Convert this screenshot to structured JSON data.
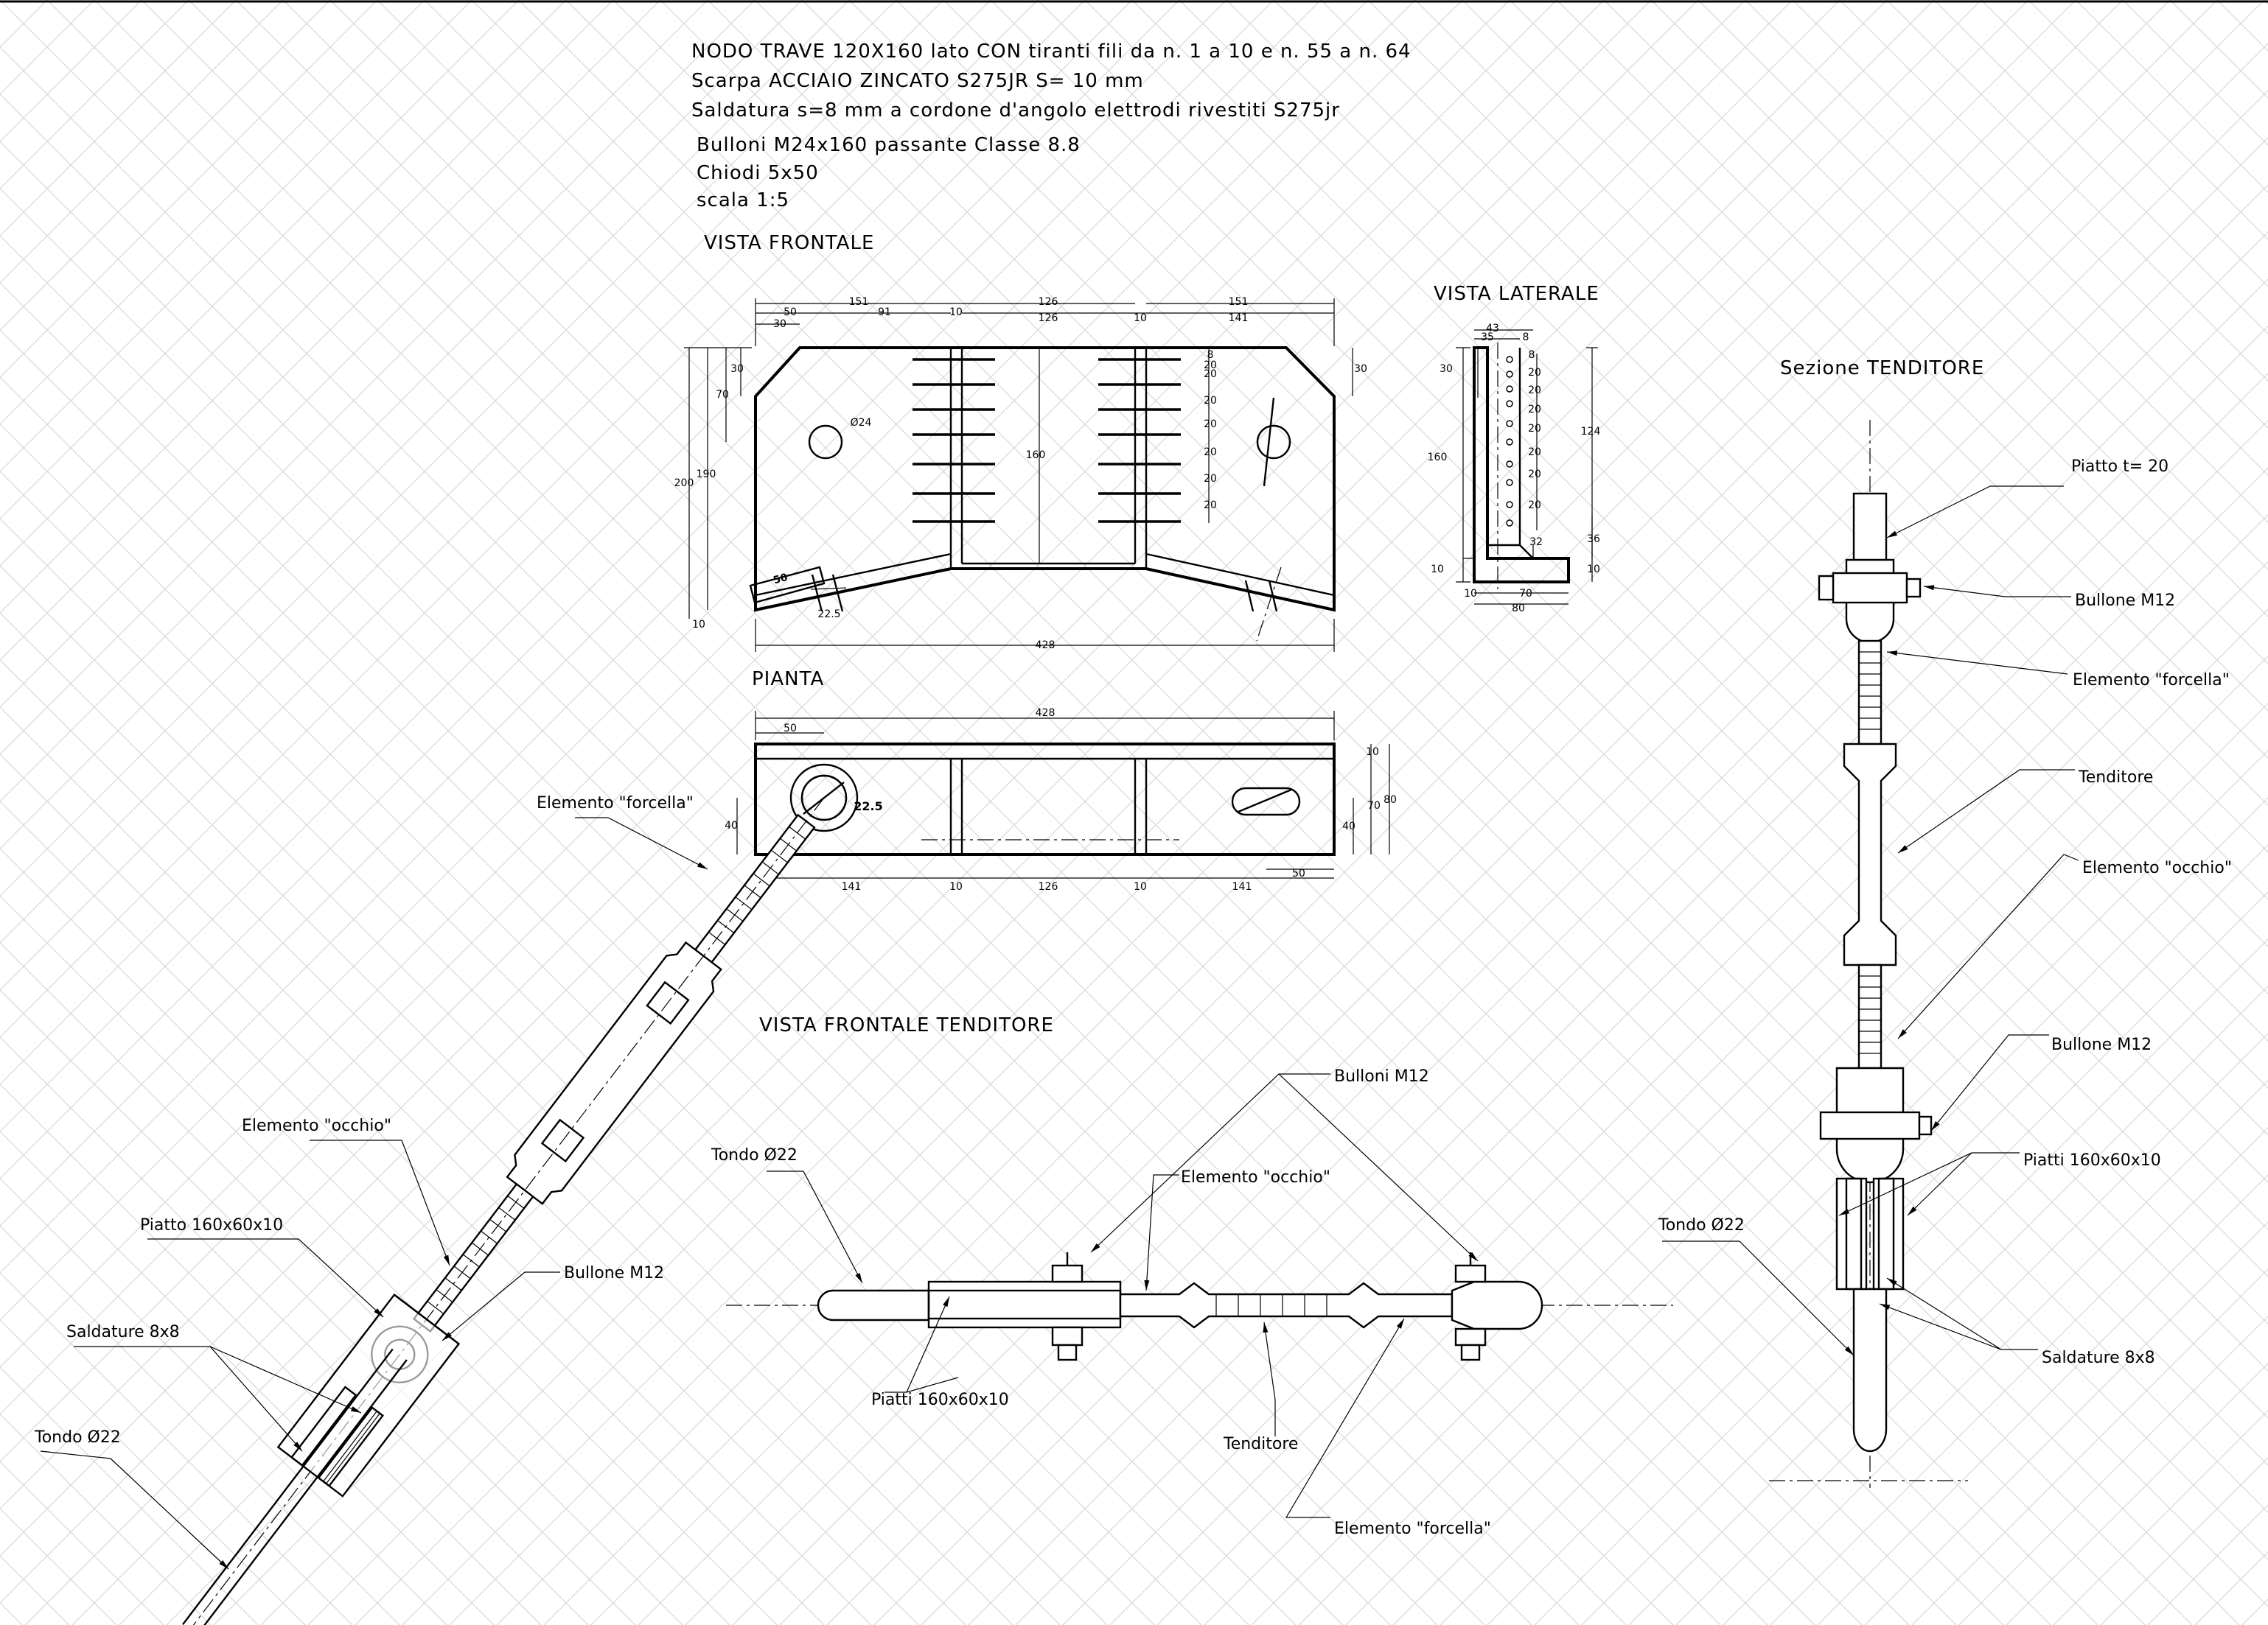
{
  "header": {
    "line1": "NODO TRAVE 120X160 lato CON tiranti fili da n. 1 a 10 e n. 55 a n. 64",
    "line2": "Scarpa ACCIAIO ZINCATO S275JR S=  10 mm",
    "line3": "Saldatura s=8 mm a cordone d'angolo elettrodi rivestiti S275jr",
    "line4": "Bulloni M24x160 passante Classe 8.8",
    "line5": "Chiodi 5x50",
    "line6": "scala 1:5"
  },
  "views": {
    "frontale": "VISTA FRONTALE",
    "laterale": "VISTA LATERALE",
    "pianta": "PIANTA",
    "sezione": "Sezione TENDITORE",
    "tenditore": "VISTA FRONTALE TENDITORE"
  },
  "dims_front": {
    "d151a": "151",
    "d50": "50",
    "d91": "91",
    "d10a": "10",
    "d126a": "126",
    "d126b": "126",
    "d10b": "10",
    "d151b": "151",
    "d141": "141",
    "d30": "30",
    "d30b": "30",
    "d30c": "30",
    "d70": "70",
    "d200": "200",
    "d190": "190",
    "d160": "160",
    "d10c": "10",
    "d428": "428",
    "phi24": "Ø24",
    "d50w": "50",
    "d22_5": "22.5",
    "d8": "8",
    "d20a": "20",
    "d20b": "20",
    "d20c": "20",
    "d20d": "20",
    "d20e": "20",
    "d20f": "20",
    "d20g": "20"
  },
  "dims_side": {
    "d43": "43",
    "d35": "35",
    "d8": "8",
    "d30": "30",
    "d160": "160",
    "d124": "124",
    "d36": "36",
    "d32": "32",
    "d10a": "10",
    "d10b": "10",
    "d10c": "10",
    "d70": "70",
    "d80": "80",
    "d8v": "8",
    "d20a": "20",
    "d20b": "20",
    "d20c": "20",
    "d20d": "20",
    "d20e": "20",
    "d20f": "20",
    "d20g": "20"
  },
  "dims_plan": {
    "d428": "428",
    "d50": "50",
    "d22_5": "22.5",
    "d40a": "40",
    "d10": "10",
    "d70": "70",
    "d80": "80",
    "d40b": "40",
    "d50b": "50",
    "d141a": "141",
    "d10a": "10",
    "d126": "126",
    "d10b": "10",
    "d141b": "141"
  },
  "labels_left": {
    "forcella": "Elemento \"forcella\"",
    "occhio": "Elemento \"occhio\"",
    "piatto": "Piatto 160x60x10",
    "bullone": "Bullone M12",
    "saldature": "Saldature 8x8",
    "tondo": "Tondo Ø22"
  },
  "labels_center": {
    "tondo": "Tondo Ø22",
    "bulloni": "Bulloni M12",
    "occhio": "Elemento \"occhio\"",
    "piatti": "Piatti 160x60x10",
    "tenditore": "Tenditore",
    "forcella": "Elemento \"forcella\""
  },
  "labels_right": {
    "piatto": "Piatto t= 20",
    "bullone1": "Bullone M12",
    "forcella": "Elemento \"forcella\"",
    "tenditore": "Tenditore",
    "occhio": "Elemento \"occhio\"",
    "bullone2": "Bullone M12",
    "piatti": "Piatti 160x60x10",
    "tondo": "Tondo Ø22",
    "saldature": "Saldature 8x8"
  }
}
